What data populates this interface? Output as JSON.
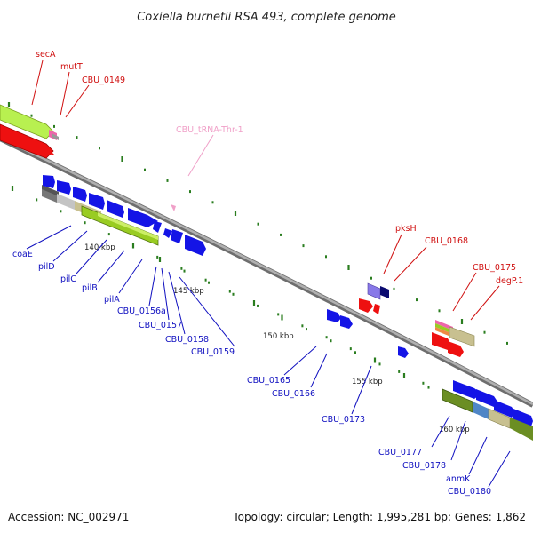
{
  "title": "Coxiella burnetii RSA 493, complete genome",
  "footer": {
    "accession": "Accession: NC_002971",
    "stats": "Topology: circular; Length: 1,995,281 bp; Genes: 1,862"
  },
  "colors": {
    "backbone": "#8a8a8a",
    "tick": "#2a7d1f",
    "label_blue": "#1010c0",
    "label_red": "#d01010",
    "label_pink": "#f0a0c8",
    "gene_blue": "#1414e6",
    "gene_red": "#ee1010",
    "gene_green": "#99cc22",
    "gene_lime": "#b8f050",
    "gene_olive": "#6b8e23",
    "gene_tan": "#c8c090",
    "gene_gray": "#777777",
    "gene_purple": "#8878e8",
    "gene_navy": "#0a0a70",
    "gene_pink": "#ee66aa"
  },
  "scale_labels": [
    "140 kbp",
    "145 kbp",
    "150 kbp",
    "155 kbp",
    "160 kbp"
  ],
  "labels_blue": [
    "coaE",
    "pilD",
    "pilC",
    "pilB",
    "pilA",
    "CBU_0156a",
    "CBU_0157",
    "CBU_0158",
    "CBU_0159",
    "CBU_0165",
    "CBU_0166",
    "CBU_0173",
    "CBU_0177",
    "CBU_0178",
    "anmK",
    "CBU_0180"
  ],
  "labels_red": [
    "secA",
    "mutT",
    "CBU_0149",
    "pksH",
    "CBU_0168",
    "CBU_0175",
    "degP.1"
  ],
  "labels_pink": [
    "CBU_tRNA-Thr-1"
  ]
}
